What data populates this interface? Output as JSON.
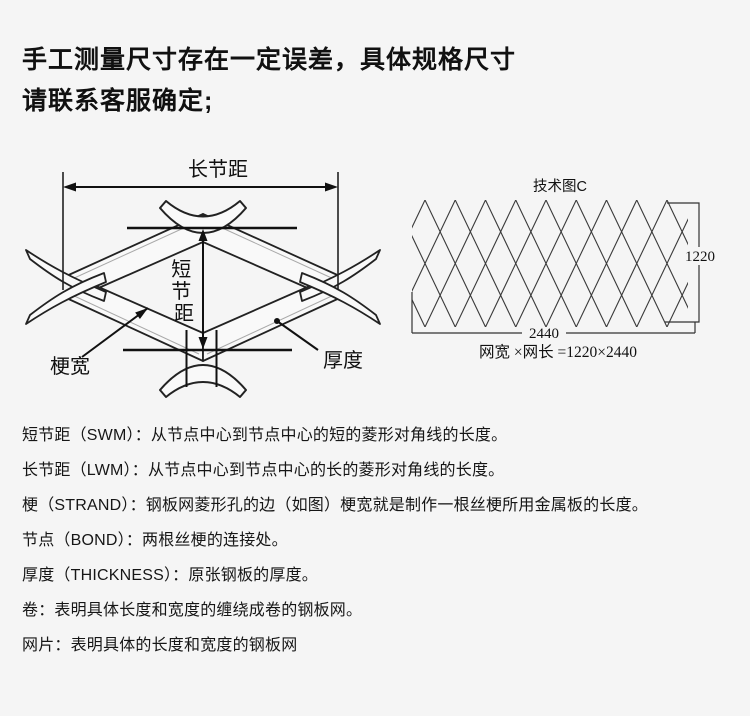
{
  "page": {
    "background_color": "#f5f5f5",
    "line_color": "#222222",
    "text_color": "#161616"
  },
  "notice": {
    "line1": "手工测量尺寸存在一定误差，具体规格尺寸",
    "line2": "请联系客服确定;"
  },
  "cell_diagram": {
    "long_pitch_label": "长节距",
    "short_pitch_chars": [
      "短",
      "节",
      "距"
    ],
    "strand_width_label": "梗宽",
    "thickness_label": "厚度"
  },
  "tech_drawing": {
    "title": "技术图C",
    "height_dim": "1220",
    "width_dim": "2440",
    "formula": "网宽 ×网长 =1220×2440"
  },
  "definitions": [
    "短节距（SWM）：从节点中心到节点中心的短的菱形对角线的长度。",
    "长节距（LWM）：从节点中心到节点中心的长的菱形对角线的长度。",
    "梗（STRAND）：钢板网菱形孔的边（如图）梗宽就是制作一根丝梗所用金属板的长度。",
    "节点（BOND）：两根丝梗的连接处。",
    "厚度（THICKNESS）：原张钢板的厚度。",
    "卷：表明具体长度和宽度的缠绕成卷的钢板网。",
    "网片：表明具体的长度和宽度的钢板网"
  ]
}
